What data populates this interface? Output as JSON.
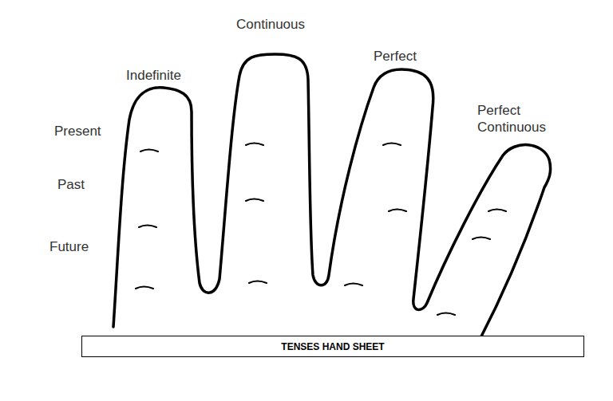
{
  "diagram": {
    "caption": "TENSES HAND SHEET",
    "labels": [
      "Continuous",
      "Perfect",
      "Indefinite",
      "Perfect Continuous",
      "Present",
      "Past",
      "Future"
    ]
  }
}
